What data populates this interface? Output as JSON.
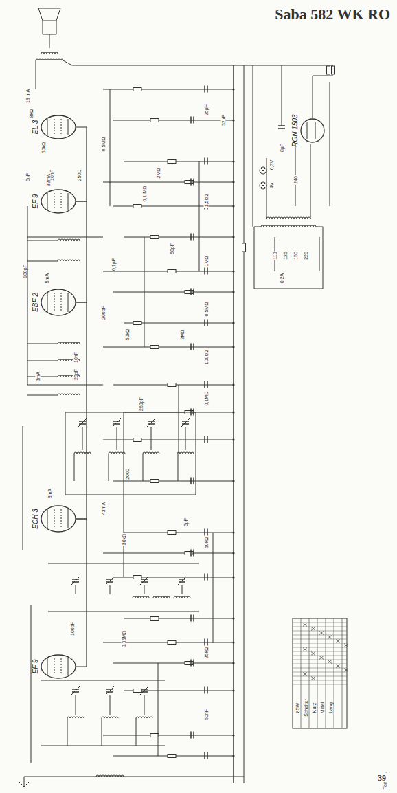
{
  "diagram": {
    "title": "Saba 582 WK RO",
    "nodes": [
      {
        "text": [
          "EL 3"
        ]
      },
      {
        "text": [
          "EF 9"
        ]
      },
      {
        "text": [
          "EBF 2"
        ]
      },
      {
        "text": [
          "ECH 3"
        ]
      },
      {
        "text": [
          "EF 9"
        ]
      },
      {
        "text": [
          "RGN 1503"
        ]
      }
    ],
    "edges": [
      {
        "from": 4,
        "to": 3,
        "arrow": "none"
      },
      {
        "from": 3,
        "to": 2,
        "arrow": "none"
      },
      {
        "from": 2,
        "to": 1,
        "arrow": "none"
      },
      {
        "from": 1,
        "to": 0,
        "arrow": "none"
      }
    ],
    "labels": [
      "18 mA",
      "8kΩ",
      "50kΩ",
      "0,5MΩ",
      "250Ω",
      "25μF",
      "5nF",
      "10nF",
      "0,1 MΩ",
      "1,5kΩ",
      "32mA",
      "2MΩ",
      "50pF",
      "0,1μF",
      "1MΩ",
      "100pF",
      "5mA",
      "200pF",
      "0,5MΩ",
      "50kΩ",
      "2MΩ",
      "10nF",
      "100kΩ",
      "20pF",
      "8mA",
      "250pF",
      "0,1MΩ",
      "43mA",
      "30kΩ",
      "5pF",
      "50kΩ",
      "100pF",
      "2000",
      "25kΩ",
      "50nF",
      "3mA",
      "0,05MΩ",
      "32μF",
      "8μF",
      "6,3V",
      "4V",
      "110",
      "125",
      "150",
      "220",
      "240",
      "0,2A",
      "85W",
      "Schalter",
      "Kurz",
      "Mittel",
      "Lang",
      "Tonabn.",
      "39"
    ]
  }
}
